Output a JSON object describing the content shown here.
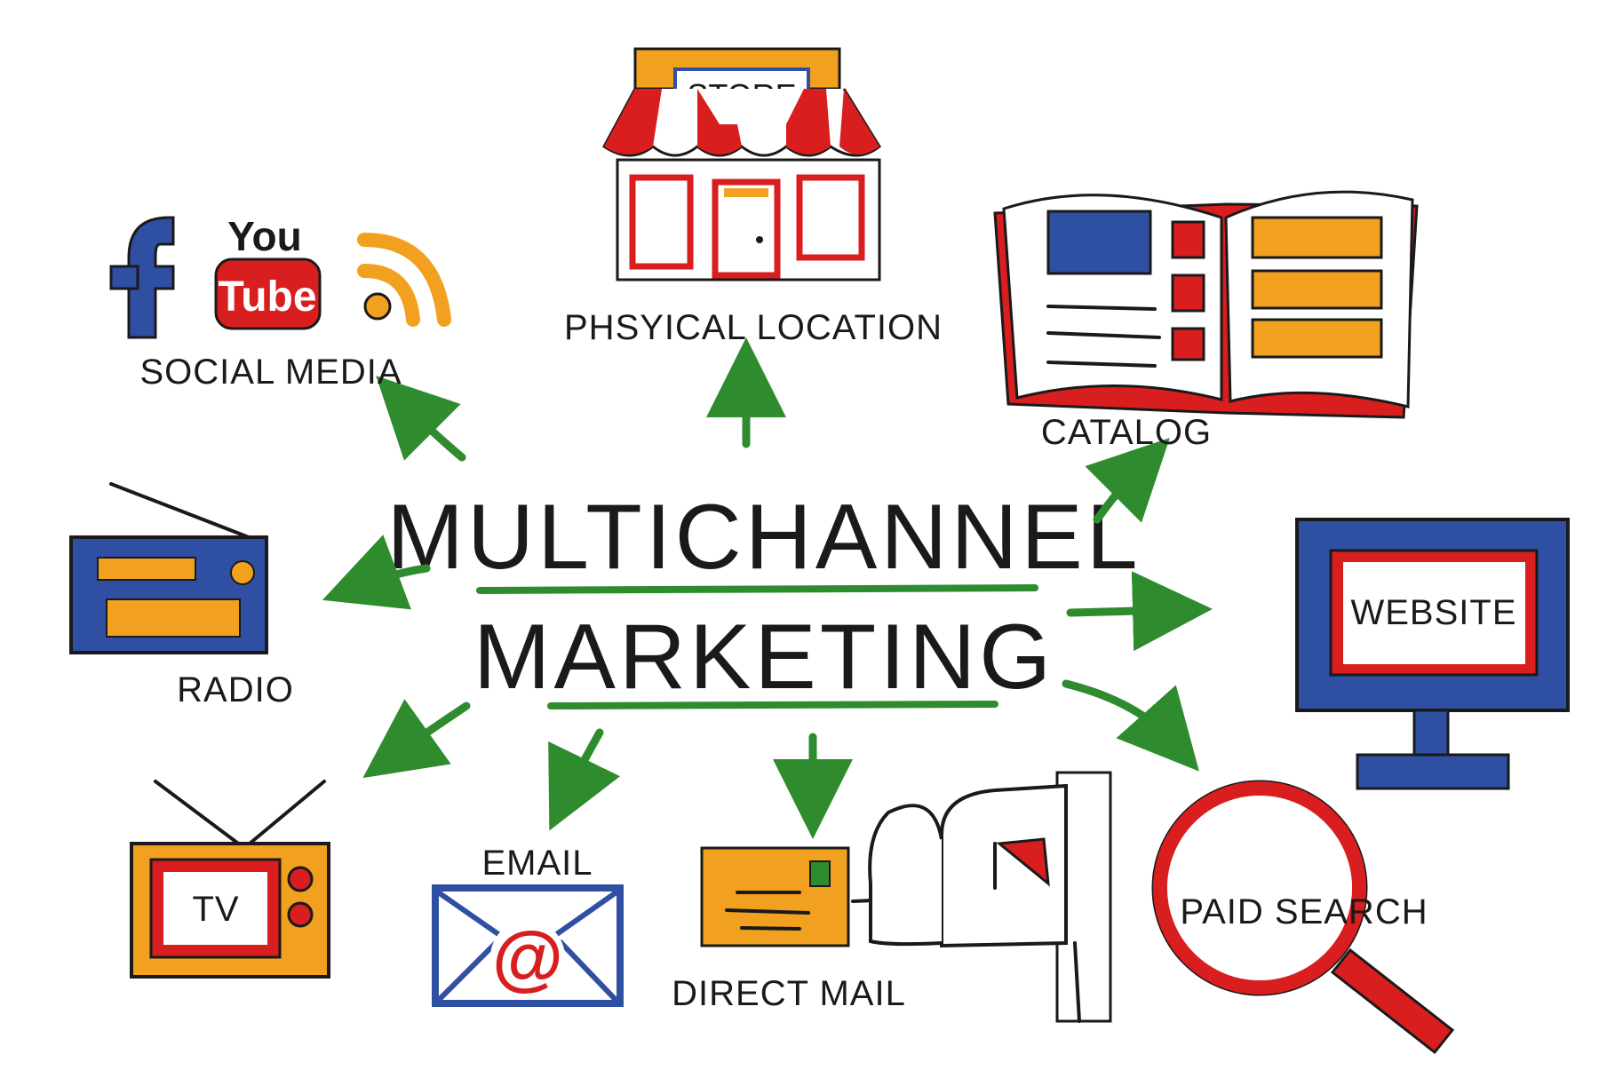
{
  "title": {
    "line1": "MULTICHANNEL",
    "line2": "MARKETING"
  },
  "channels": {
    "social_media": {
      "label": "SOCIAL MEDIA",
      "icons": [
        "facebook-icon",
        "youtube-icon",
        "rss-icon"
      ],
      "facebook_glyph": "f",
      "youtube_you": "You",
      "youtube_tube": "Tube"
    },
    "physical_location": {
      "label": "PHSYICAL LOCATION",
      "sign": "STORE",
      "icon": "store-icon"
    },
    "catalog": {
      "label": "CATALOG",
      "icon": "open-book-icon"
    },
    "website": {
      "label": "WEBSITE",
      "icon": "monitor-icon"
    },
    "paid_search": {
      "label": "PAID SEARCH",
      "icon": "magnifier-icon"
    },
    "direct_mail": {
      "label": "DIRECT MAIL",
      "icon": "mailbox-icon"
    },
    "email": {
      "label": "EMAIL",
      "icon": "envelope-at-icon",
      "glyph": "@"
    },
    "tv": {
      "label": "TV",
      "icon": "television-icon"
    },
    "radio": {
      "label": "RADIO",
      "icon": "radio-icon"
    }
  },
  "colors": {
    "arrow_green": "#2e8b2e",
    "underline_green": "#2e8b2e",
    "blue": "#2f4fa2",
    "red": "#d81e1e",
    "orange": "#f2a01f",
    "ink": "#1a1a1a"
  }
}
